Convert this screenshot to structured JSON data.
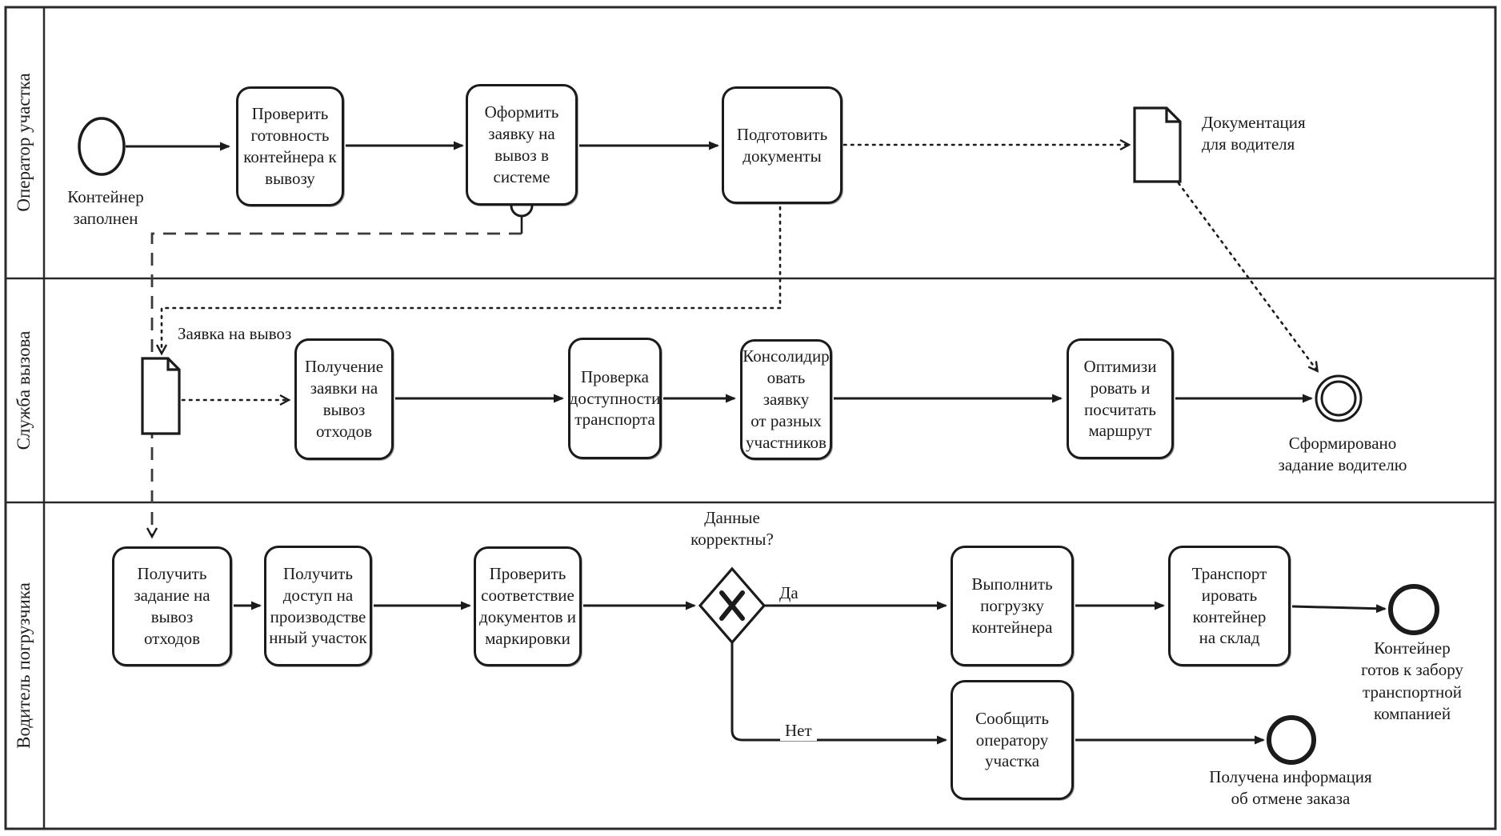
{
  "diagram": {
    "title": "BPMN process: waste container removal",
    "colors": {
      "stroke": "#1b1b1b",
      "fill": "#ffffff"
    },
    "lanes": [
      {
        "label": "Оператор участка"
      },
      {
        "label": "Служба вызова"
      },
      {
        "label": "Водитель погрузчика"
      }
    ],
    "lane1": {
      "start_event_label": "Контейнер\nзаполнен",
      "task_check": "Проверить\nготовность\nконтейнера к\nвывозу",
      "task_request": "Оформить\nзаявку на\nвывоз в\nсистеме",
      "task_prepare": "Подготовить\nдокументы",
      "doc_label": "Документация\nдля водителя"
    },
    "lane2": {
      "doc_label": "Заявка на вывоз",
      "task_receive": "Получение\nзаявки на\nвывоз\nотходов",
      "task_transport_check": "Проверка\nдоступности\nтранспорта",
      "task_consolidate": "Консолидир\nовать заявку\nот разных\nучастников",
      "task_optimize": "Оптимизи\nровать и\nпосчитать\nмаршрут",
      "end_event_label": "Сформировано\nзадание водителю"
    },
    "lane3": {
      "task_get_task": "Получить\nзадание на\nвывоз\nотходов",
      "task_access": "Получить\nдоступ на\nпроизводстве\nнный участок",
      "task_verify": "Проверить\nсоответствие\nдокументов и\nмаркировки",
      "gateway_question": "Данные\nкорректны?",
      "branch_yes": "Да",
      "branch_no": "Нет",
      "task_load": "Выполнить\nпогрузку\nконтейнера",
      "task_move": "Транспорт\nировать\nконтейнер\nна склад",
      "task_notify": "Сообщить\nоператору\nучастка",
      "end_ready_label": "Контейнер\nготов к забору\nтранспортной\nкомпанией",
      "end_cancel_label": "Получена информация\nоб отмене заказа"
    }
  }
}
